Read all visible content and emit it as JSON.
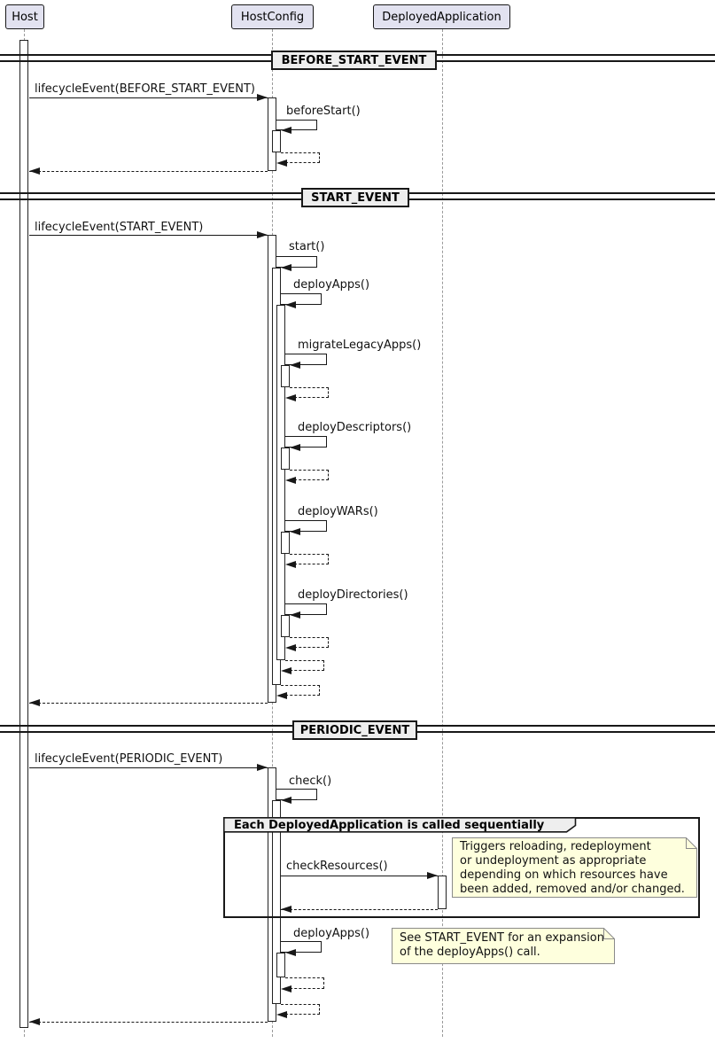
{
  "diagram_type": "uml-sequence",
  "participants": {
    "host": "Host",
    "host_config": "HostConfig",
    "deployed_application": "DeployedApplication"
  },
  "dividers": {
    "before_start": "BEFORE_START_EVENT",
    "start": "START_EVENT",
    "periodic": "PERIODIC_EVENT"
  },
  "messages": {
    "lifecycle_before_start": "lifecycleEvent(BEFORE_START_EVENT)",
    "before_start": "beforeStart()",
    "lifecycle_start": "lifecycleEvent(START_EVENT)",
    "start": "start()",
    "deploy_apps": "deployApps()",
    "migrate_legacy_apps": "migrateLegacyApps()",
    "deploy_descriptors": "deployDescriptors()",
    "deploy_wars": "deployWARs()",
    "deploy_directories": "deployDirectories()",
    "lifecycle_periodic": "lifecycleEvent(PERIODIC_EVENT)",
    "check": "check()",
    "check_resources": "checkResources()",
    "deploy_apps_periodic": "deployApps()"
  },
  "group": {
    "label": "Each DeployedApplication is called sequentially"
  },
  "notes": {
    "check_resources_note": "Triggers reloading, redeployment\nor undeployment as appropriate\ndepending on which resources have\nbeen added, removed and/or changed.",
    "deploy_apps_note": "See START_EVENT for an expansion\nof the deployApps() call."
  },
  "colors": {
    "participant_fill": "#E2E2F0",
    "divider_fill": "#EEEEEE",
    "note_fill": "#FEFFDD",
    "border": "#181818",
    "lifeline": "#9A9A9A"
  }
}
